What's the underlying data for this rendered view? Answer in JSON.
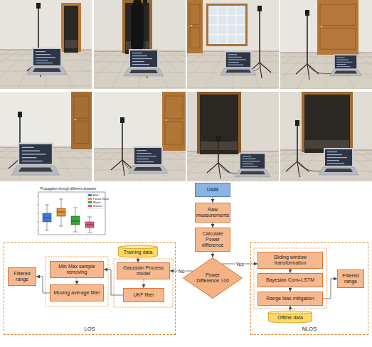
{
  "diagram": {
    "nodes": [
      {
        "text": [
          "UWB"
        ]
      },
      {
        "text": [
          "Raw measurements"
        ]
      },
      {
        "text": [
          "Calculate Power difference"
        ]
      },
      {
        "text": [
          "Power Difference >10"
        ]
      },
      {
        "text": [
          "LOS"
        ]
      },
      {
        "text": [
          "Filtered range"
        ],
        "in": 4
      },
      {
        "text": [
          "Min-Max sample removing"
        ],
        "in": 4
      },
      {
        "text": [
          "Moving average filter"
        ],
        "in": 4
      },
      {
        "text": [
          "Training data"
        ],
        "in": 4
      },
      {
        "text": [
          "Gaussian Process model"
        ],
        "in": 4
      },
      {
        "text": [
          "UKF filter"
        ],
        "in": 4
      },
      {
        "text": [
          "NLOS"
        ]
      },
      {
        "text": [
          "Sliding window transformation"
        ],
        "in": 11
      },
      {
        "text": [
          "Bayesian Conv-LSTM"
        ],
        "in": 11
      },
      {
        "text": [
          "Range bias mitigation"
        ],
        "in": 11
      },
      {
        "text": [
          "Offline data"
        ],
        "in": 11
      },
      {
        "text": [
          "Filtered range"
        ],
        "in": 11
      }
    ],
    "edges": [
      {
        "from": 0,
        "to": 1,
        "arrow": "to"
      },
      {
        "from": 1,
        "to": 2,
        "arrow": "to"
      },
      {
        "from": 2,
        "to": 3,
        "arrow": "to"
      },
      {
        "from": 3,
        "to": 9,
        "label": "No",
        "arrow": "to"
      },
      {
        "from": 3,
        "to": 12,
        "label": "Yes",
        "arrow": "to"
      },
      {
        "from": 8,
        "to": 9,
        "arrow": "to"
      },
      {
        "from": 9,
        "to": 10,
        "arrow": "to"
      },
      {
        "from": 10,
        "to": 6,
        "arrow": "to"
      },
      {
        "from": 6,
        "to": 7,
        "arrow": "to"
      },
      {
        "from": 7,
        "to": 5,
        "arrow": "to"
      },
      {
        "from": 12,
        "to": 13,
        "arrow": "to"
      },
      {
        "from": 13,
        "to": 14,
        "arrow": "to"
      },
      {
        "from": 15,
        "to": 14,
        "arrow": "to"
      },
      {
        "from": 14,
        "to": 16,
        "arrow": "to"
      }
    ],
    "labels": [
      "Propagation through different obstacles"
    ],
    "legend": [
      {
        "text": "Wall",
        "color": "#3b7dd8"
      },
      {
        "text": "Partial metal",
        "color": "#f28e2b"
      },
      {
        "text": "Wood",
        "color": "#3aa33a"
      },
      {
        "text": "Human",
        "color": "#e15774"
      }
    ]
  }
}
